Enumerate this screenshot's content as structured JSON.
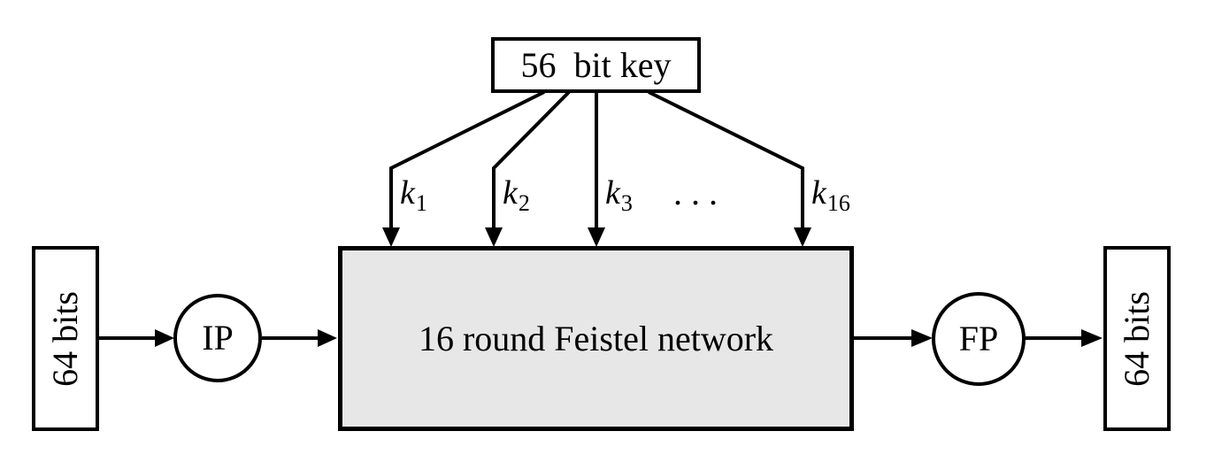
{
  "nodes": {
    "key": {
      "label": "56  bit key"
    },
    "feistel": {
      "label": "16 round Feistel network"
    },
    "input": {
      "label": "64 bits"
    },
    "output": {
      "label": "64 bits"
    },
    "ip": {
      "label": "IP"
    },
    "fp": {
      "label": "FP"
    }
  },
  "round_keys": [
    {
      "base": "k",
      "sub": "1"
    },
    {
      "base": "k",
      "sub": "2"
    },
    {
      "base": "k",
      "sub": "3"
    },
    {
      "base": "k",
      "sub": "16"
    }
  ],
  "ellipsis": ". . .",
  "colors": {
    "stroke": "#000000",
    "background": "#ffffff",
    "feistel_fill": "#e7e7e7"
  }
}
